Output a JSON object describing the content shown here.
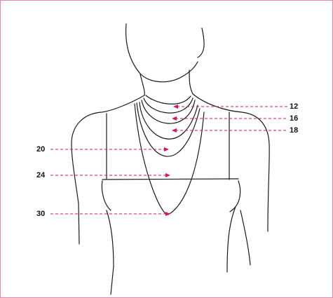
{
  "colors": {
    "border": "#e38aaa",
    "outline": "#1a1a1a",
    "marker": "#e0105a",
    "background": "#ffffff"
  },
  "necklace_lengths": [
    {
      "label": "12",
      "side": "right"
    },
    {
      "label": "16",
      "side": "right"
    },
    {
      "label": "18",
      "side": "right"
    },
    {
      "label": "20",
      "side": "left"
    },
    {
      "label": "24",
      "side": "left"
    },
    {
      "label": "30",
      "side": "left"
    }
  ]
}
